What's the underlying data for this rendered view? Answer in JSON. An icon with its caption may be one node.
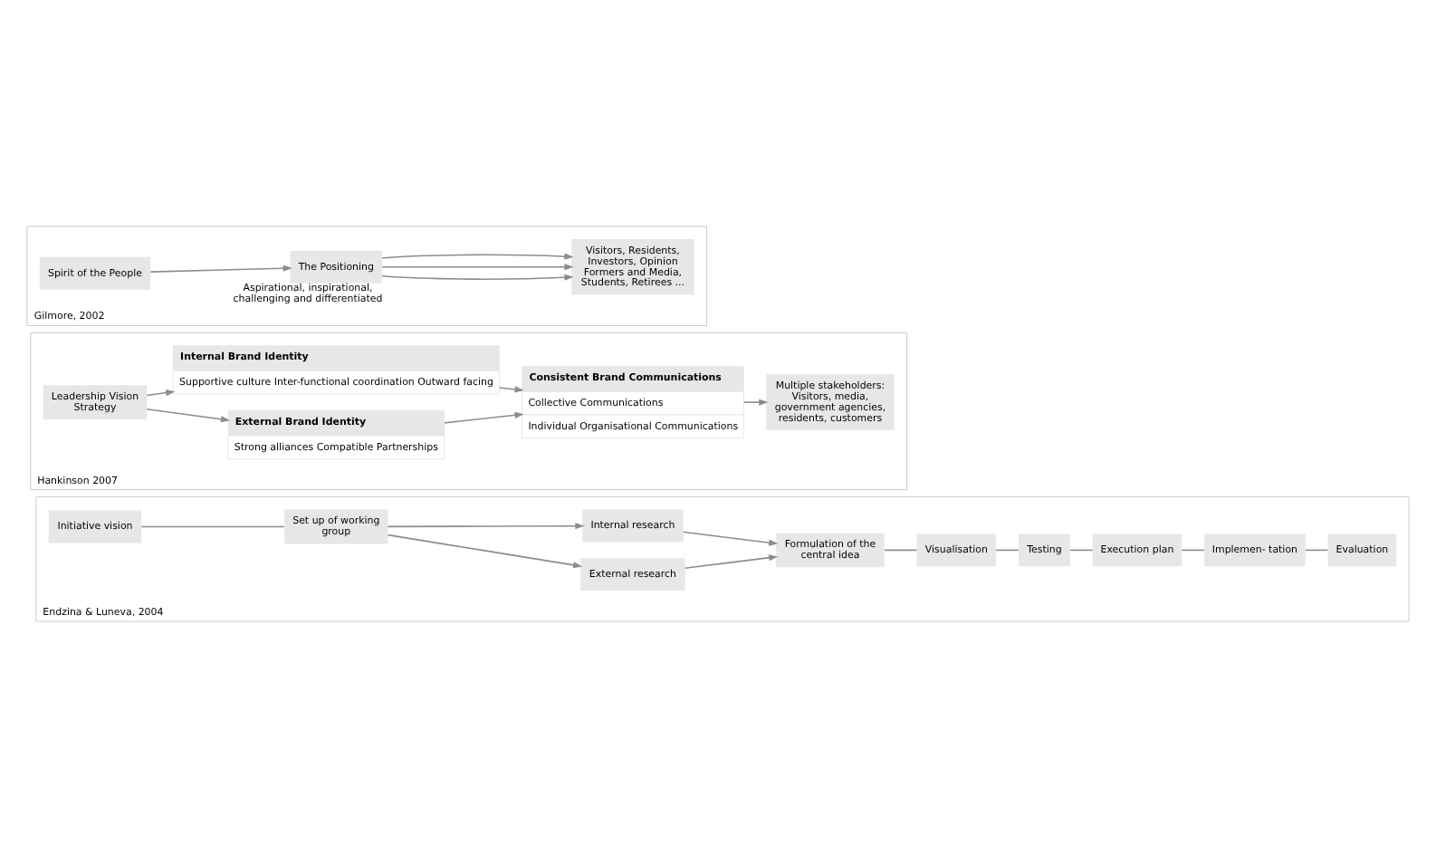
{
  "diagram": {
    "nodes": [
      {
        "text": [
          "Endzina & Luneva, 2004"
        ]
      },
      {
        "text": [
          "Initiative vision"
        ],
        "in": 0
      },
      {
        "text": [
          "Set up of working group"
        ],
        "in": 0
      },
      {
        "text": [
          "Internal research"
        ],
        "in": 0
      },
      {
        "text": [
          "External research"
        ],
        "in": 0
      },
      {
        "text": [
          "Formulation of the central idea"
        ],
        "in": 0
      },
      {
        "text": [
          "Visualisation"
        ],
        "in": 0
      },
      {
        "text": [
          "Testing"
        ],
        "in": 0
      },
      {
        "text": [
          "Execution plan"
        ],
        "in": 0
      },
      {
        "text": [
          "Implemen- tation"
        ],
        "in": 0
      },
      {
        "text": [
          "Evaluation"
        ],
        "in": 0
      },
      {
        "text": [
          "Hankinson 2007"
        ]
      },
      {
        "text": [
          "Leadership Vision Strategy"
        ],
        "in": 11
      },
      {
        "text": [
          "Internal Brand Identity",
          "Supportive culture Inter-functional coordination Outward facing"
        ],
        "in": 11
      },
      {
        "text": [
          "External Brand Identity",
          "Strong alliances Compatible Partnerships"
        ],
        "in": 11
      },
      {
        "text": [
          "Consistent Brand Communications",
          "Collective Communications",
          "Individual Organisational Communications"
        ],
        "in": 11
      },
      {
        "text": [
          "Multiple stakeholders: Visitors, media, government agencies, residents, customers"
        ],
        "in": 11
      },
      {
        "text": [
          "Gilmore, 2002"
        ]
      },
      {
        "text": [
          "Spirit of the People"
        ],
        "in": 17
      },
      {
        "text": [
          "The Positioning"
        ],
        "beside": [
          "Aspirational, inspirational, challenging and differentiated"
        ],
        "in": 17
      },
      {
        "text": [
          "Visitors, Residents, Investors, Opinion Formers and Media, Students, Retirees ..."
        ],
        "in": 17
      }
    ],
    "edges": [
      {
        "from": 1,
        "to": 2,
        "arrow": "none"
      },
      {
        "from": 2,
        "to": 3,
        "arrow": "to"
      },
      {
        "from": 2,
        "to": 4,
        "arrow": "to"
      },
      {
        "from": 3,
        "to": 5,
        "arrow": "to"
      },
      {
        "from": 4,
        "to": 5,
        "arrow": "to"
      },
      {
        "from": 5,
        "to": 6,
        "arrow": "none"
      },
      {
        "from": 6,
        "to": 7,
        "arrow": "none"
      },
      {
        "from": 7,
        "to": 8,
        "arrow": "none"
      },
      {
        "from": 8,
        "to": 9,
        "arrow": "none"
      },
      {
        "from": 9,
        "to": 10,
        "arrow": "none"
      },
      {
        "from": 12,
        "to": 13,
        "arrow": "to"
      },
      {
        "from": 12,
        "to": 14,
        "arrow": "to"
      },
      {
        "from": 13,
        "to": 15,
        "arrow": "to"
      },
      {
        "from": 14,
        "to": 15,
        "arrow": "to"
      },
      {
        "from": 15,
        "to": 16,
        "arrow": "to"
      },
      {
        "from": 18,
        "to": 19,
        "arrow": "to"
      },
      {
        "from": 19,
        "to": 20,
        "arrow": "to"
      },
      {
        "from": 19,
        "to": 20,
        "arrow": "to"
      },
      {
        "from": 19,
        "to": 20,
        "arrow": "to"
      }
    ]
  }
}
